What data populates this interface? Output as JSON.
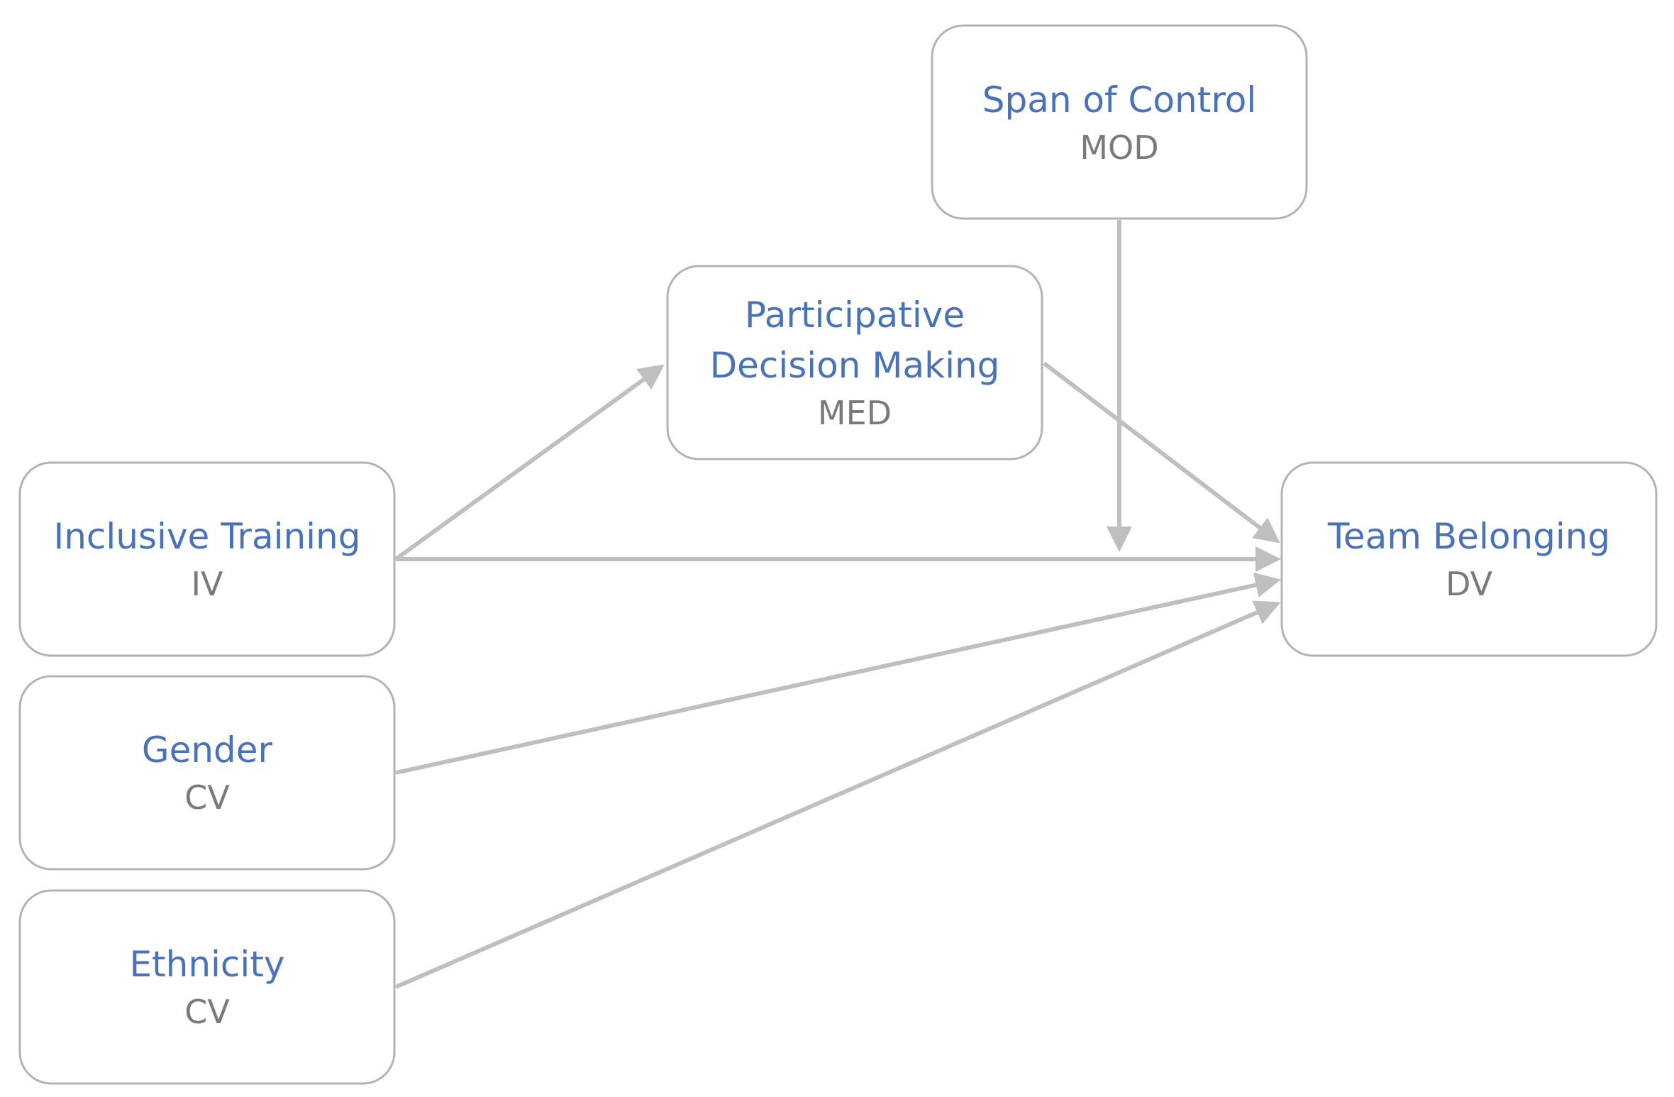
{
  "colors": {
    "label": "#4a72b8",
    "role": "#7a7a7a",
    "border": "#b3b3b3",
    "arrow": "#bfbfbf"
  },
  "nodes": {
    "span_of_control": {
      "label": "Span of Control",
      "role": "MOD"
    },
    "participative_decision_making": {
      "label_line1": "Participative",
      "label_line2": "Decision Making",
      "role": "MED"
    },
    "inclusive_training": {
      "label": "Inclusive Training",
      "role": "IV"
    },
    "team_belonging": {
      "label": "Team Belonging",
      "role": "DV"
    },
    "gender": {
      "label": "Gender",
      "role": "CV"
    },
    "ethnicity": {
      "label": "Ethnicity",
      "role": "CV"
    }
  },
  "edges": [
    {
      "from": "inclusive_training",
      "to": "participative_decision_making"
    },
    {
      "from": "participative_decision_making",
      "to": "team_belonging"
    },
    {
      "from": "inclusive_training",
      "to": "team_belonging"
    },
    {
      "from": "span_of_control",
      "to": "inclusive_training-team_belonging path"
    },
    {
      "from": "gender",
      "to": "team_belonging"
    },
    {
      "from": "ethnicity",
      "to": "team_belonging"
    }
  ]
}
